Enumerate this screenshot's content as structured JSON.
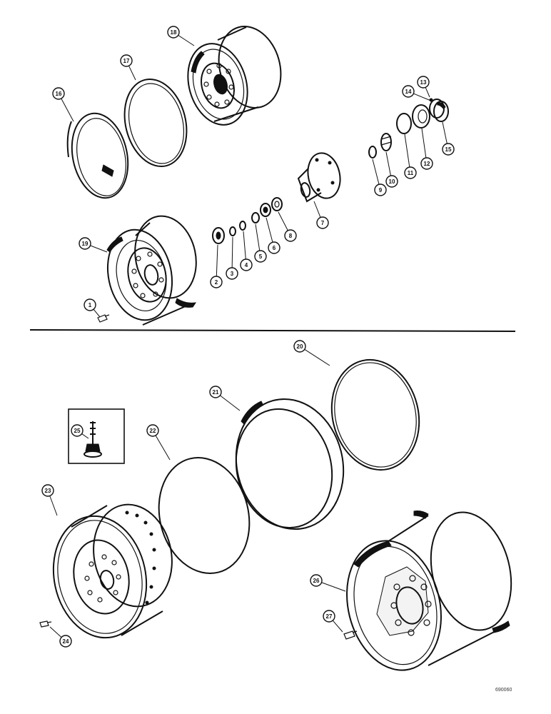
{
  "drawing_ref": "690060",
  "callouts": [
    {
      "label": "1"
    },
    {
      "label": "2"
    },
    {
      "label": "3"
    },
    {
      "label": "4"
    },
    {
      "label": "5"
    },
    {
      "label": "6"
    },
    {
      "label": "7"
    },
    {
      "label": "8"
    },
    {
      "label": "9"
    },
    {
      "label": "10"
    },
    {
      "label": "11"
    },
    {
      "label": "12"
    },
    {
      "label": "13"
    },
    {
      "label": "14"
    },
    {
      "label": "15"
    },
    {
      "label": "16"
    },
    {
      "label": "17"
    },
    {
      "label": "18"
    },
    {
      "label": "19"
    },
    {
      "label": "20"
    },
    {
      "label": "21"
    },
    {
      "label": "22"
    },
    {
      "label": "23"
    },
    {
      "label": "24"
    },
    {
      "label": "25"
    },
    {
      "label": "26"
    },
    {
      "label": "27"
    }
  ]
}
